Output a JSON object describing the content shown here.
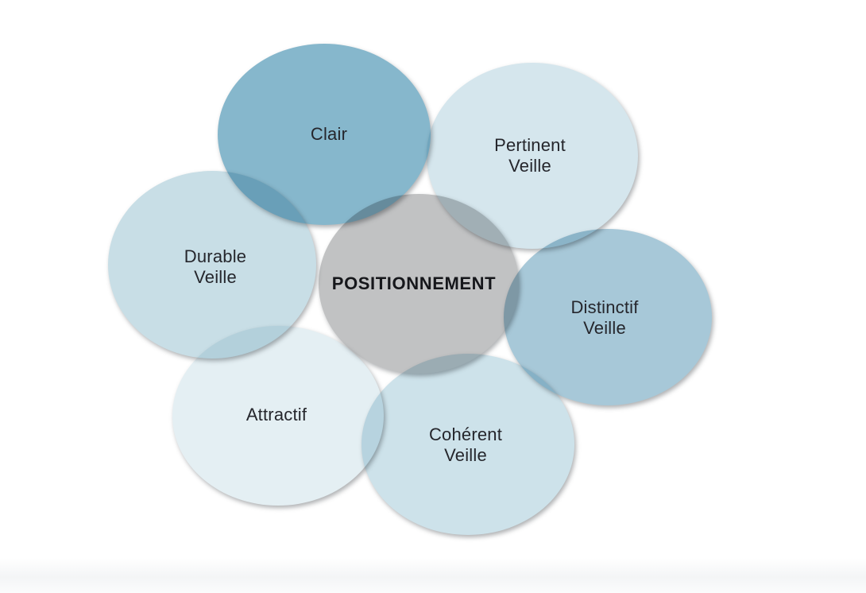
{
  "page": {
    "background": "#ffffff"
  },
  "diagram": {
    "label_color": "#25262c",
    "center": {
      "label": "POSITIONNEMENT",
      "color": "#c1c2c3",
      "text_color": "#16171b"
    },
    "petals": [
      {
        "name": "clair",
        "label": "Clair",
        "color": "#86b7cc"
      },
      {
        "name": "pertinent-veille",
        "label": "Pertinent\nVeille",
        "color": "#d5e6ed"
      },
      {
        "name": "distinctif-veille",
        "label": "Distinctif\nVeille",
        "color": "#a7c8d8"
      },
      {
        "name": "durable-veille",
        "label": "Durable\nVeille",
        "color": "#c8dee6"
      },
      {
        "name": "attractif",
        "label": "Attractif",
        "color": "#e4eff3"
      },
      {
        "name": "coherent-veille",
        "label": "Cohérent\nVeille",
        "color": "#cde2ea"
      }
    ]
  }
}
